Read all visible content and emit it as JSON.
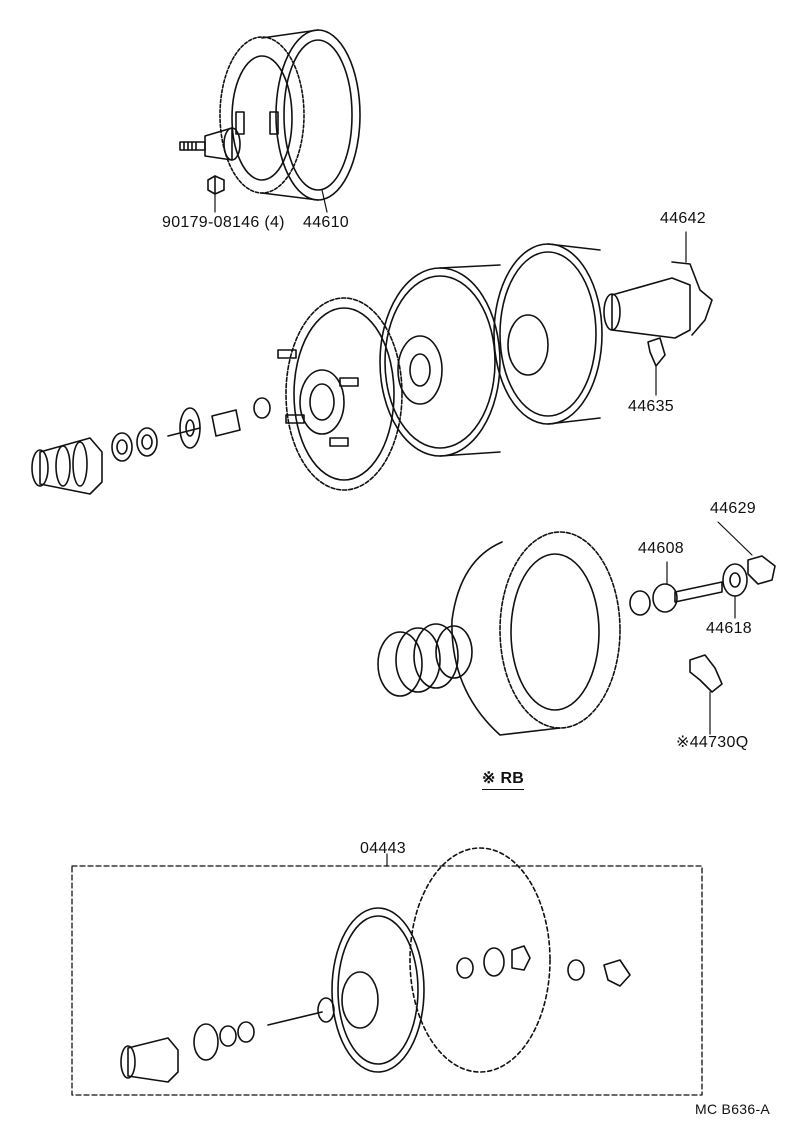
{
  "labels": {
    "p90179": "90179-08146 (4)",
    "p44610": "44610",
    "p44642": "44642",
    "p44635": "44635",
    "p44629": "44629",
    "p44608": "44608",
    "p44618": "44618",
    "p44730q": "※44730Q",
    "rb": "※ RB",
    "p04443": "04443",
    "code": "MC B636-A"
  },
  "colors": {
    "ink": "#111111",
    "paper": "#ffffff"
  }
}
